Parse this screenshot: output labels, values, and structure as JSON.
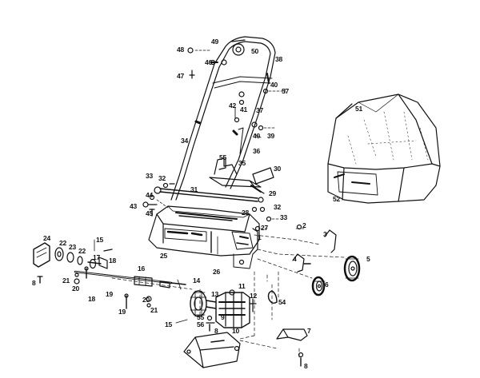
{
  "diagram": {
    "type": "exploded-parts-drawing",
    "ink_color": "#111111",
    "background": "#ffffff",
    "part_numbers": {
      "p1": "1",
      "p2": "2",
      "p3": "3",
      "p4": "4",
      "p5": "5",
      "p6": "6",
      "p7": "7",
      "p8a": "8",
      "p8b": "8",
      "p8c": "8",
      "p9": "9",
      "p10": "10",
      "p11": "11",
      "p12": "12",
      "p13": "13",
      "p14": "14",
      "p15a": "15",
      "p15b": "15",
      "p16": "16",
      "p17": "17",
      "p18a": "18",
      "p18b": "18",
      "p19a": "19",
      "p19b": "19",
      "p20a": "20",
      "p20b": "20",
      "p21a": "21",
      "p21b": "21",
      "p22a": "22",
      "p22b": "22",
      "p23": "23",
      "p24": "24",
      "p25": "25",
      "p26": "26",
      "p27": "27",
      "p28": "28",
      "p29": "29",
      "p30": "30",
      "p31": "31",
      "p32a": "32",
      "p32b": "32",
      "p33a": "33",
      "p33b": "33",
      "p34": "34",
      "p35": "35",
      "p36": "36",
      "p37": "37",
      "p38": "38",
      "p39": "39",
      "p40a": "40",
      "p40b": "40",
      "p41": "41",
      "p42": "42",
      "p43": "43",
      "p44": "44",
      "p45": "45",
      "p46": "46",
      "p47": "47",
      "p48": "48",
      "p49": "49",
      "p50": "50",
      "p51": "51",
      "p52": "52",
      "p54": "54",
      "p55": "55",
      "p56": "56",
      "p57": "57"
    }
  }
}
